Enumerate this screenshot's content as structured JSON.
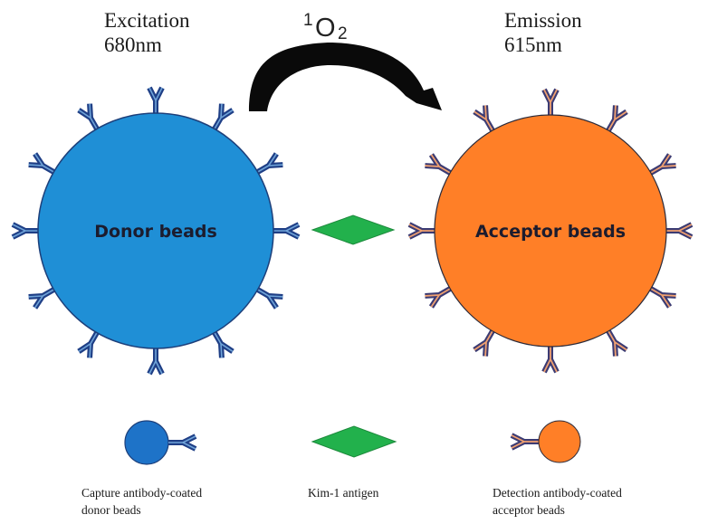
{
  "excitation": {
    "label": "Excitation",
    "wavelength": "680nm"
  },
  "emission": {
    "label": "Emission",
    "wavelength": "615nm"
  },
  "singlet_oxygen": {
    "superscript": "1",
    "symbol": "O",
    "subscript": "2"
  },
  "donor_bead": {
    "label": "Donor beads",
    "fill": "#1f8fd6",
    "antibody_color": "#1f3f86",
    "antibody_stripe": "#6fa3d8"
  },
  "acceptor_bead": {
    "label": "Acceptor beads",
    "fill": "#ff7f27",
    "antibody_color": "#3b3b73",
    "antibody_stripe": "#f0a070"
  },
  "antigen": {
    "fill": "#22b14c",
    "stroke": "#1d8a3c"
  },
  "legend": {
    "donor": {
      "line1": "Capture antibody-coated",
      "line2": "donor beads",
      "fill": "#1e73c8"
    },
    "antigen": {
      "line1": "Kim-1 antigen"
    },
    "acceptor": {
      "line1": "Detection antibody-coated",
      "line2": "acceptor beads",
      "fill": "#ff7f27"
    }
  }
}
